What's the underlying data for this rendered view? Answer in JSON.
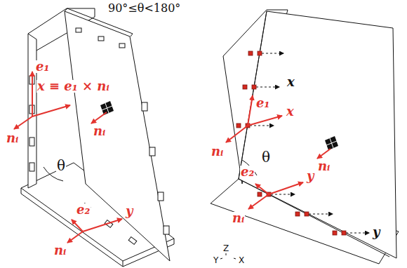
{
  "diagram": {
    "title": "90°≤θ<180°",
    "labels": [
      "e₁",
      "x ≡ e₁ × nᵢ",
      "nᵢ",
      "nᵢ",
      "θ",
      "e₂",
      "y",
      "nᵢ",
      "e₁",
      "x",
      "x",
      "nᵢ",
      "nᵢ",
      "θ",
      "e₂",
      "y",
      "nᵢ",
      "y",
      "Y",
      "Z",
      "X"
    ]
  }
}
